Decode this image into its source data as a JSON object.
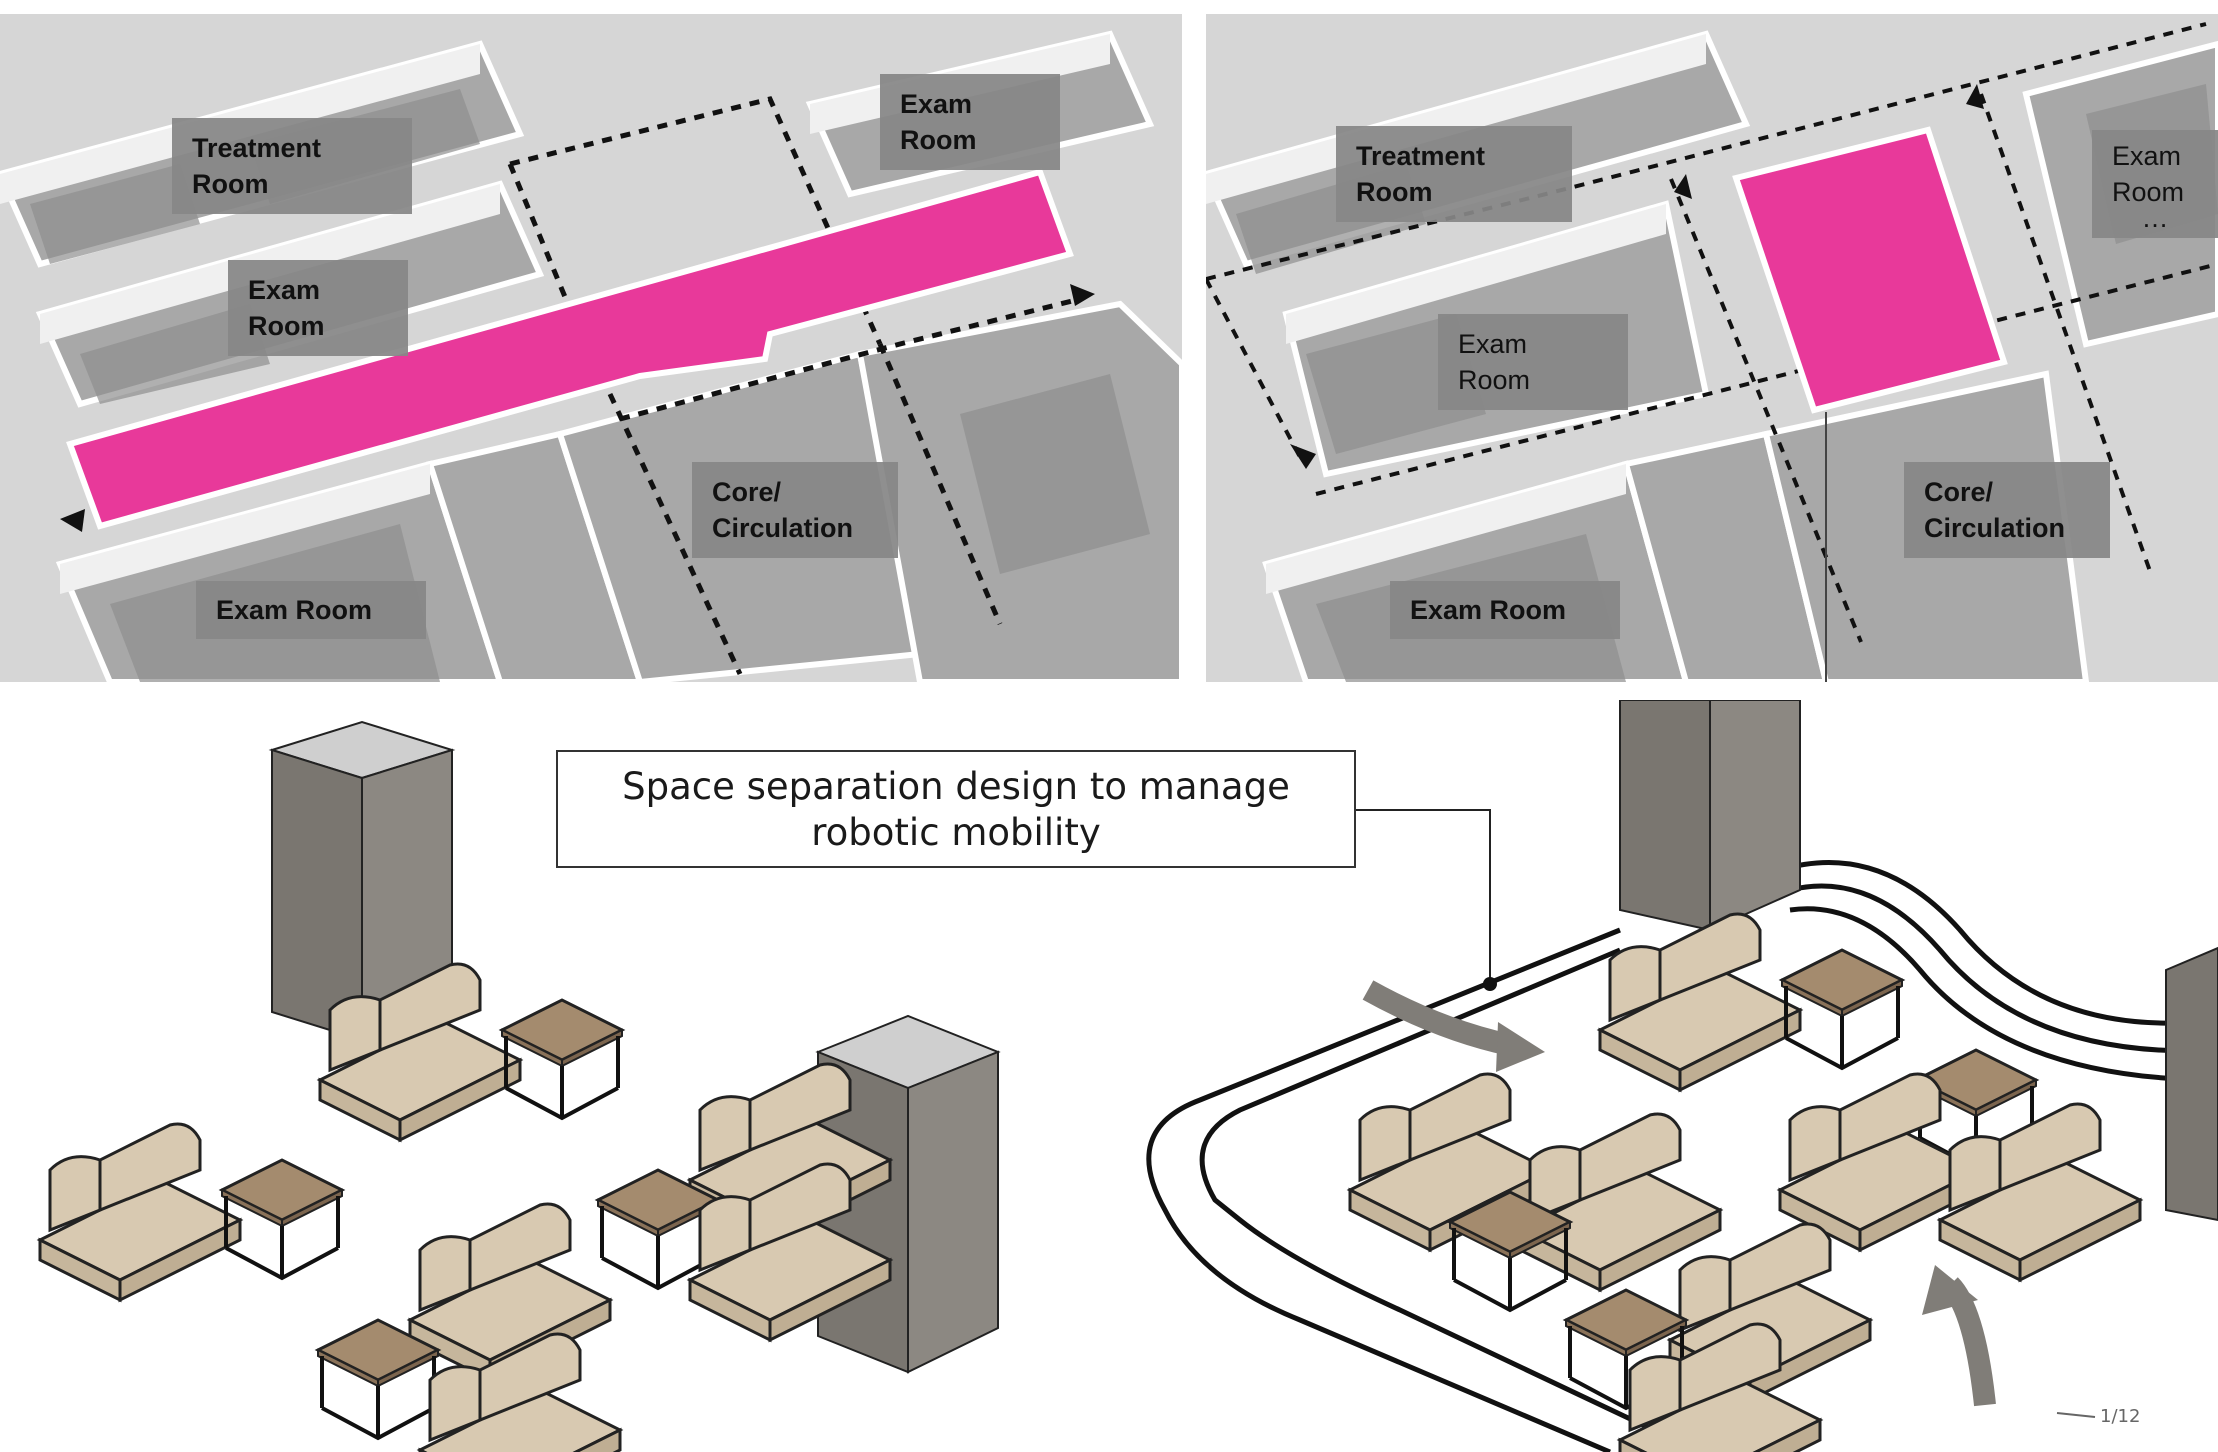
{
  "top_left_panel": {
    "labels": {
      "treatment_room": [
        "Treatment",
        "Room"
      ],
      "exam_room_top": [
        "Exam",
        "Room"
      ],
      "exam_room_mid": [
        "Exam",
        "Room"
      ],
      "core_circulation": [
        "Core/",
        "Circulation"
      ],
      "exam_room_bottom": "Exam Room"
    }
  },
  "top_right_panel": {
    "labels": {
      "treatment_room": [
        "Treatment",
        "Room"
      ],
      "exam_room_right": [
        "Exam",
        "Room",
        "…"
      ],
      "exam_room_mid": [
        "Exam",
        "Room"
      ],
      "core_circulation": [
        "Core/",
        "Circulation"
      ],
      "exam_room_bottom": "Exam Room"
    }
  },
  "callout": {
    "line1": "Space separation design to manage",
    "line2": "robotic mobility"
  },
  "page_number": "1/12",
  "colors": {
    "zone_highlight": "#e8399a",
    "floor_gray": "#d9d9d9",
    "label_bg": "#878787",
    "sofa_fill": "#d8c9b1",
    "table_top": "#a48b6e",
    "column_dark": "#7a7670",
    "arrow_gray": "#807d78"
  },
  "icons": [
    "dashed-circulation-arrow",
    "robot-path-arrow"
  ]
}
